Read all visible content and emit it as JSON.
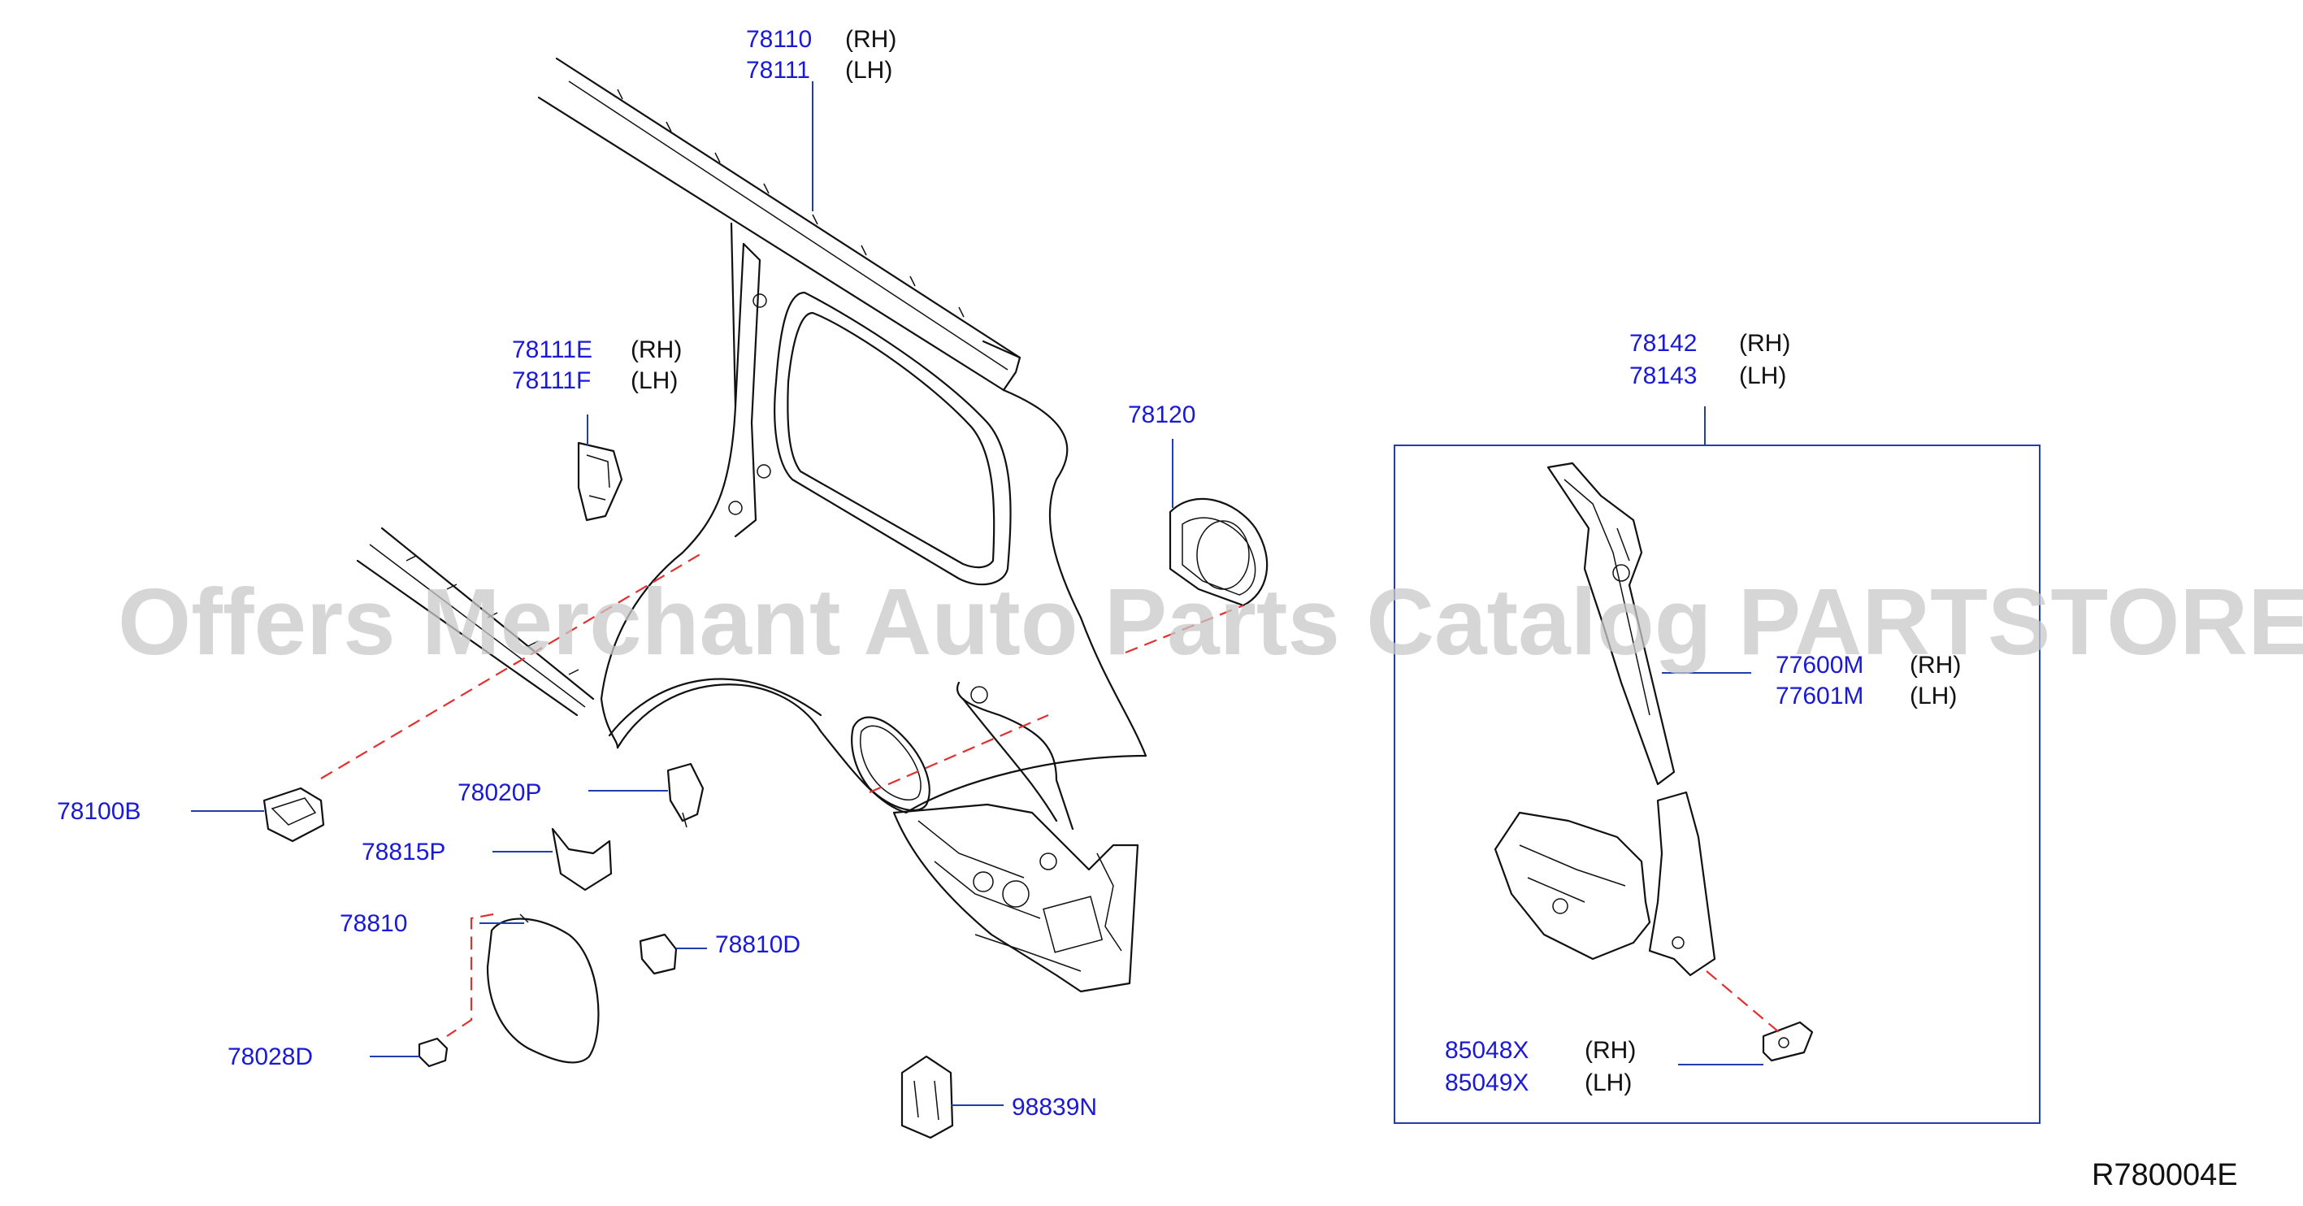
{
  "diagram": {
    "watermark": "Offers Merchant Auto Parts Catalog PARTSTORE.SA",
    "drawing_code": "R780004E",
    "colors": {
      "part_number": "#1a1ad6",
      "leader": "#1f3fae",
      "dash": "#e23030",
      "line": "#111111"
    },
    "labels": [
      {
        "id": "78110",
        "part": "78110",
        "side": "(RH)"
      },
      {
        "id": "78111",
        "part": "78111",
        "side": "(LH)"
      },
      {
        "id": "78111E",
        "part": "78111E",
        "side": "(RH)"
      },
      {
        "id": "78111F",
        "part": "78111F",
        "side": "(LH)"
      },
      {
        "id": "78120",
        "part": "78120",
        "side": ""
      },
      {
        "id": "78100B",
        "part": "78100B",
        "side": ""
      },
      {
        "id": "78020P",
        "part": "78020P",
        "side": ""
      },
      {
        "id": "78815P",
        "part": "78815P",
        "side": ""
      },
      {
        "id": "78810",
        "part": "78810",
        "side": ""
      },
      {
        "id": "78810D",
        "part": "78810D",
        "side": ""
      },
      {
        "id": "78028D",
        "part": "78028D",
        "side": ""
      },
      {
        "id": "98839N",
        "part": "98839N",
        "side": ""
      },
      {
        "id": "78142",
        "part": "78142",
        "side": "(RH)"
      },
      {
        "id": "78143",
        "part": "78143",
        "side": "(LH)"
      },
      {
        "id": "77600M",
        "part": "77600M",
        "side": "(RH)"
      },
      {
        "id": "77601M",
        "part": "77601M",
        "side": "(LH)"
      },
      {
        "id": "85048X",
        "part": "85048X",
        "side": "(RH)"
      },
      {
        "id": "85049X",
        "part": "85049X",
        "side": "(LH)"
      }
    ]
  }
}
